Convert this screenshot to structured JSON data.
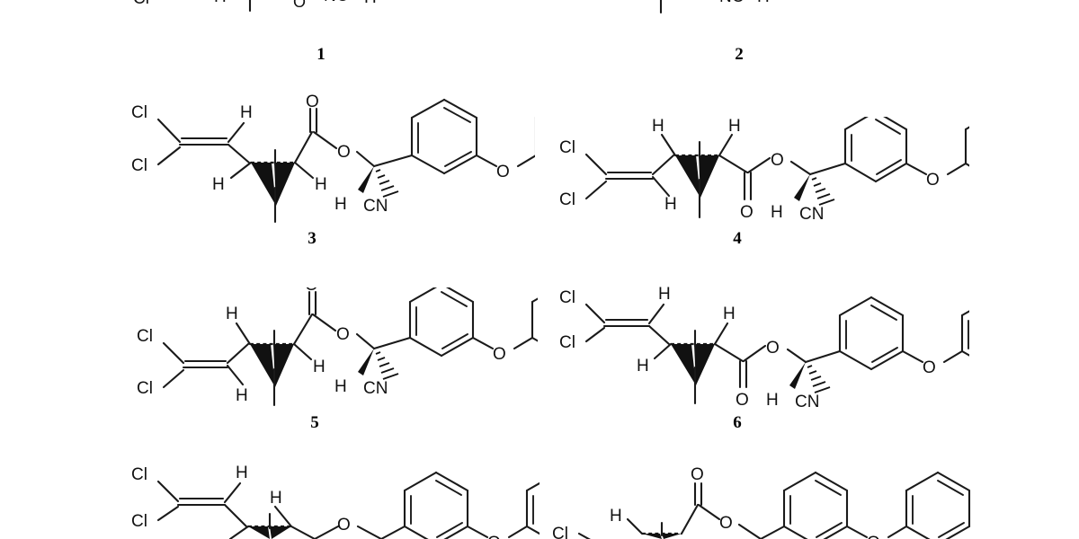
{
  "figure": {
    "kind": "chemical-structure-plate",
    "background_color": "#ffffff",
    "ink_color": "#111111",
    "description": "Plate of eight pyrethroid (cypermethrin / permethrin type) stereoisomer structural formulas arranged in a two-column grid; the top row and bottom row are cropped by the image edges."
  },
  "atoms": {
    "cl": "Cl",
    "h": "H",
    "o": "O",
    "cn": "CN",
    "nc": "NC",
    "n": "N"
  },
  "labels": {
    "one": "1",
    "two": "2",
    "three": "3",
    "four": "4",
    "five": "5",
    "six": "6"
  },
  "structures": [
    {
      "id": "1",
      "label": "1",
      "row": "top",
      "column": "left",
      "cropped": true,
      "crop_note": "Only the lower sliver of the structure is visible at the top edge of the image.",
      "visible_atom_labels": [
        "Cl",
        "H",
        "O",
        "NC",
        "H"
      ],
      "name": "cypermethrin stereoisomer 1"
    },
    {
      "id": "2",
      "label": "2",
      "row": "top",
      "column": "right",
      "cropped": true,
      "crop_note": "Only the lower sliver of the structure is visible at the top edge of the image.",
      "visible_atom_labels": [
        "H",
        "NC",
        "H"
      ],
      "name": "cypermethrin stereoisomer 2"
    },
    {
      "id": "3",
      "label": "3",
      "row": "second",
      "column": "left",
      "cropped": false,
      "visible_atom_labels": [
        "Cl",
        "Cl",
        "H",
        "H",
        "H",
        "O",
        "O",
        "H",
        "CN",
        "O"
      ],
      "name": "cypermethrin stereoisomer 3",
      "features": {
        "dichlorovinyl": "2,2-dichlorovinyl group, vinyl H drawn up-right",
        "cyclopropane": "cyclopropane with gem-dimethyl at bottom vertex, two bold wedges converging down, dashed bond across ring top",
        "ring_h_positions": [
          "lower-left",
          "lower-right"
        ],
        "ester": "carboxylate ester, C=O pointing up, O link to the right",
        "stereocenter": "alpha-cyano benzyl carbon, bold wedge to H (lower-left), hashed wedge to CN (lower-right)",
        "aryl": "meta-phenoxyphenyl (3-phenoxybenzyl) group"
      }
    },
    {
      "id": "4",
      "label": "4",
      "row": "second",
      "column": "right",
      "cropped": false,
      "visible_atom_labels": [
        "Cl",
        "Cl",
        "H",
        "H",
        "H",
        "O",
        "O",
        "H",
        "CN",
        "O"
      ],
      "name": "cypermethrin stereoisomer 4",
      "features": {
        "dichlorovinyl": "2,2-dichlorovinyl group, vinyl H drawn down-right",
        "cyclopropane": "cyclopropane with gem-dimethyl at bottom vertex, two bold wedges converging down, dashed bond across ring top",
        "ring_h_positions": [
          "upper-left",
          "upper-right"
        ],
        "ester": "carboxylate ester, C=O pointing down, O link to the right",
        "stereocenter": "alpha-cyano benzyl carbon, bold wedge to H (lower-left), hashed wedge to CN (lower-right)",
        "aryl": "meta-phenoxyphenyl (3-phenoxybenzyl) group"
      }
    },
    {
      "id": "5",
      "label": "5",
      "row": "third",
      "column": "left",
      "cropped": false,
      "visible_atom_labels": [
        "Cl",
        "Cl",
        "H",
        "H",
        "H",
        "O",
        "O",
        "H",
        "CN",
        "O"
      ],
      "name": "cypermethrin stereoisomer 5",
      "features": {
        "dichlorovinyl": "2,2-dichlorovinyl group, vinyl H drawn down-right",
        "cyclopropane": "cyclopropane with gem-dimethyl at bottom vertex, two bold wedges converging down, dashed bond across ring top",
        "ring_h_positions": [
          "upper-left",
          "lower-right"
        ],
        "ester": "carboxylate ester, C=O pointing up, O link to the right",
        "stereocenter": "alpha-cyano benzyl carbon, bold wedge to H (lower-left), hashed wedge to CN (lower-right)",
        "aryl": "meta-phenoxyphenyl (3-phenoxybenzyl) group"
      }
    },
    {
      "id": "6",
      "label": "6",
      "row": "third",
      "column": "right",
      "cropped": false,
      "visible_atom_labels": [
        "Cl",
        "Cl",
        "H",
        "H",
        "H",
        "O",
        "O",
        "H",
        "CN",
        "O"
      ],
      "name": "cypermethrin stereoisomer 6",
      "features": {
        "dichlorovinyl": "2,2-dichlorovinyl group, vinyl H drawn up-right",
        "cyclopropane": "cyclopropane with gem-dimethyl at bottom vertex, two bold wedges converging down, dashed bond across ring top",
        "ring_h_positions": [
          "lower-left",
          "upper-right"
        ],
        "ester": "carboxylate ester, C=O pointing down, O link to the right",
        "stereocenter": "alpha-cyano benzyl carbon, bold wedge to H (lower-left), hashed wedge to CN (lower-right)",
        "aryl": "meta-phenoxyphenyl (3-phenoxybenzyl) group"
      }
    },
    {
      "id": "7",
      "label": "",
      "row": "bottom",
      "column": "left",
      "cropped": true,
      "crop_note": "Only the upper part of the structure is visible at the bottom edge of the image; the numeral label is cut off.",
      "visible_atom_labels": [
        "Cl",
        "Cl",
        "H",
        "H",
        "O",
        "O"
      ],
      "name": "permethrin-type ether, stereoisomer 7",
      "features": {
        "linkage": "benzyl ether (CH2-O-CH2) linkage, no nitrile group",
        "aryl": "meta-phenoxyphenyl (3-phenoxybenzyl) group"
      }
    },
    {
      "id": "8",
      "label": "",
      "row": "bottom",
      "column": "right",
      "cropped": true,
      "crop_note": "Only the upper part of the structure is visible at the bottom edge of the image; the numeral label is cut off.",
      "visible_atom_labels": [
        "Cl",
        "H",
        "O",
        "O",
        "O"
      ],
      "name": "permethrin-type ester, stereoisomer 8",
      "features": {
        "linkage": "carboxylate ester to a 3-phenoxybenzyl alcohol, no nitrile group",
        "aryl": "meta-phenoxyphenyl (3-phenoxybenzyl) group"
      }
    }
  ]
}
